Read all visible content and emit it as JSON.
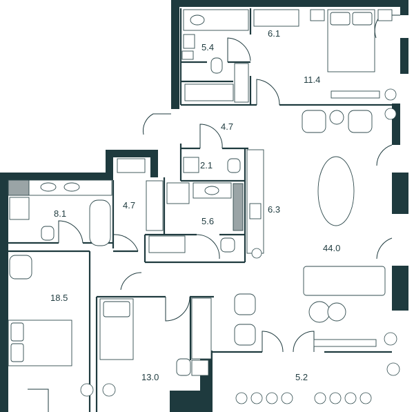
{
  "rooms": [
    {
      "id": "bathroom-top",
      "area": "5.4"
    },
    {
      "id": "dressing-top",
      "area": "6.1"
    },
    {
      "id": "bedroom-top",
      "area": "11.4"
    },
    {
      "id": "hall-upper",
      "area": "4.7"
    },
    {
      "id": "wc",
      "area": "2.1"
    },
    {
      "id": "kitchen",
      "area": "6.3"
    },
    {
      "id": "bathroom-left",
      "area": "8.1"
    },
    {
      "id": "corridor",
      "area": "4.7"
    },
    {
      "id": "bathroom-mid",
      "area": "5.6"
    },
    {
      "id": "living",
      "area": "44.0"
    },
    {
      "id": "bedroom-left",
      "area": "18.5"
    },
    {
      "id": "bedroom-small",
      "area": "13.0"
    },
    {
      "id": "terrace",
      "area": "5.2"
    }
  ],
  "colors": {
    "wall": "#1e3a3e",
    "line": "#2f4a4d",
    "fixture": "#9aa4a6",
    "text": "#1f3b3f"
  }
}
